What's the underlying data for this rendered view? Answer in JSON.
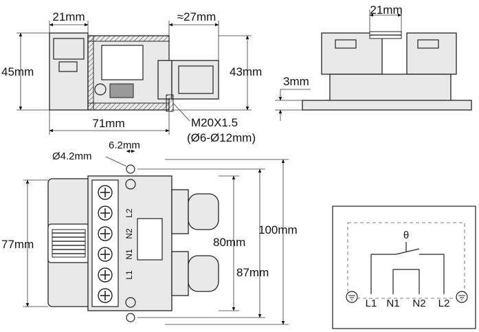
{
  "side_view": {
    "dim_top_left": "21mm",
    "dim_top_right": "≈27mm",
    "dim_left": "45mm",
    "dim_right": "43mm",
    "dim_bottom": "71mm",
    "thread_label": "M20X1.5",
    "cable_range": "(Ø6-Ø12mm)"
  },
  "end_view": {
    "dim_top": "21mm",
    "dim_flange": "3mm"
  },
  "top_view": {
    "hole_dia": "Ø4.2mm",
    "hole_spacing": "6.2mm",
    "dim_height": "77mm",
    "dim_inner": "80mm",
    "dim_overall": "100mm",
    "dim_pitch": "87mm",
    "terminal_labels": [
      "L2",
      "N2",
      "N1",
      "L1"
    ]
  },
  "schematic": {
    "theta": "θ",
    "terminals": [
      "L1",
      "N1",
      "N2",
      "L2"
    ]
  }
}
